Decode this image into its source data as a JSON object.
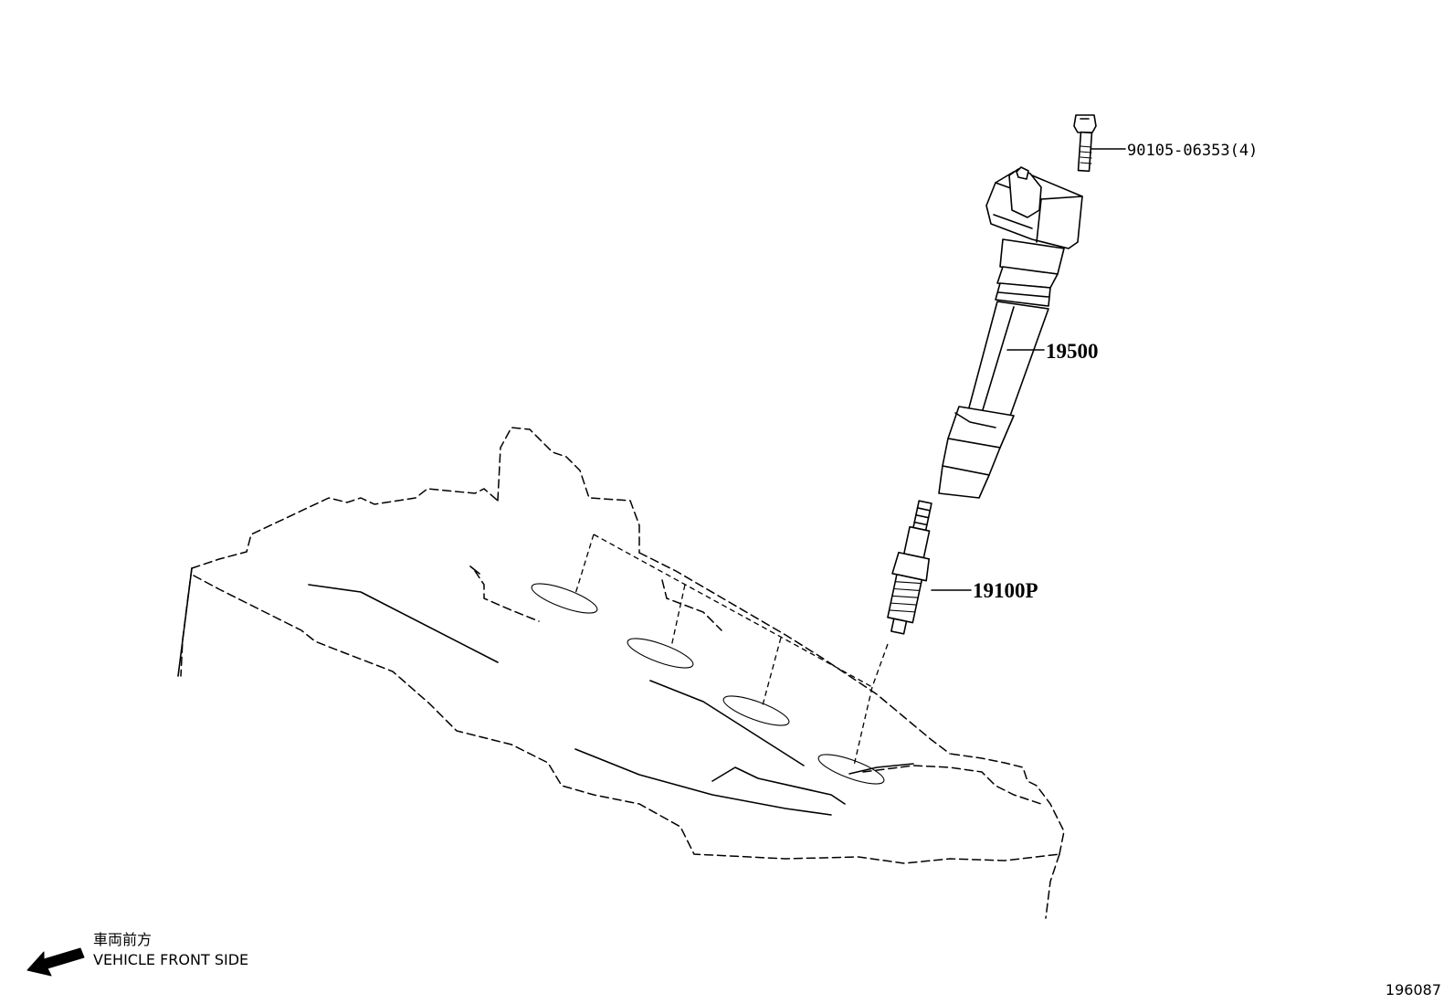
{
  "parts": [
    {
      "id": "bolt",
      "label": "90105-06353(4)"
    },
    {
      "id": "ignition-coil",
      "label": "19500"
    },
    {
      "id": "spark-plug",
      "label": "19100P"
    }
  ],
  "legend": {
    "japanese": "車両前方",
    "english": "VEHICLE FRONT SIDE"
  },
  "illustration_code": "196087"
}
